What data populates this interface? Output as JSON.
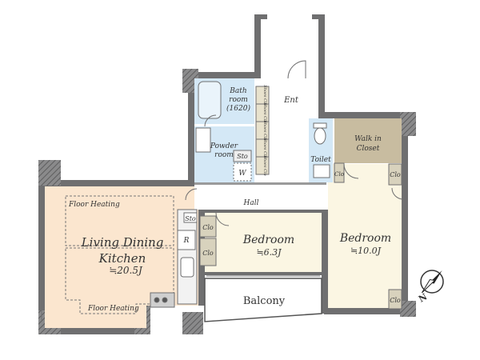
{
  "rooms": {
    "ldk": {
      "line1": "Living Dining",
      "line2": "Kitchen",
      "size": "≒20.5J"
    },
    "floor_heating_top": "Floor Heating",
    "floor_heating_bottom": "Floor Heating",
    "bedroom1": {
      "name": "Bedroom",
      "size": "≒6.3J"
    },
    "bedroom2": {
      "name": "Bedroom",
      "size": "≒10.0J"
    },
    "bath": {
      "line1": "Bath",
      "line2": "room",
      "line3": "(1620)"
    },
    "powder": {
      "line1": "Powder",
      "line2": "room"
    },
    "toilet": "Toilet",
    "wic": {
      "line1": "Walk in",
      "line2": "Closet"
    },
    "hall": "Hall",
    "entrance": "Ent",
    "balcony": "Balcony",
    "sto_powder": "Sto",
    "sto_hall": "Sto",
    "washer": "W",
    "fridge": "R",
    "clo_bed1_top": "Clo",
    "clo_bed1_bottom": "Clo",
    "clo_wic": "Clo",
    "clo_bed2_top": "Clo",
    "clo_bed2_bottom": "Clo",
    "shoe_clo": [
      "Shoes Clo",
      "Shoes Clo",
      "Shoes Clo",
      "Shoes Clo",
      "Shoes Clo"
    ]
  },
  "compass": {
    "north": "N"
  },
  "colors": {
    "wall": "#6f6f70",
    "ldk_floor": "#fbe6cf",
    "bedroom_floor": "#fbf6e3",
    "wet_area": "#d4e8f6",
    "wic_floor": "#c8bca0",
    "closet": "#d8d2bd",
    "hall_floor": "#ffffff"
  }
}
